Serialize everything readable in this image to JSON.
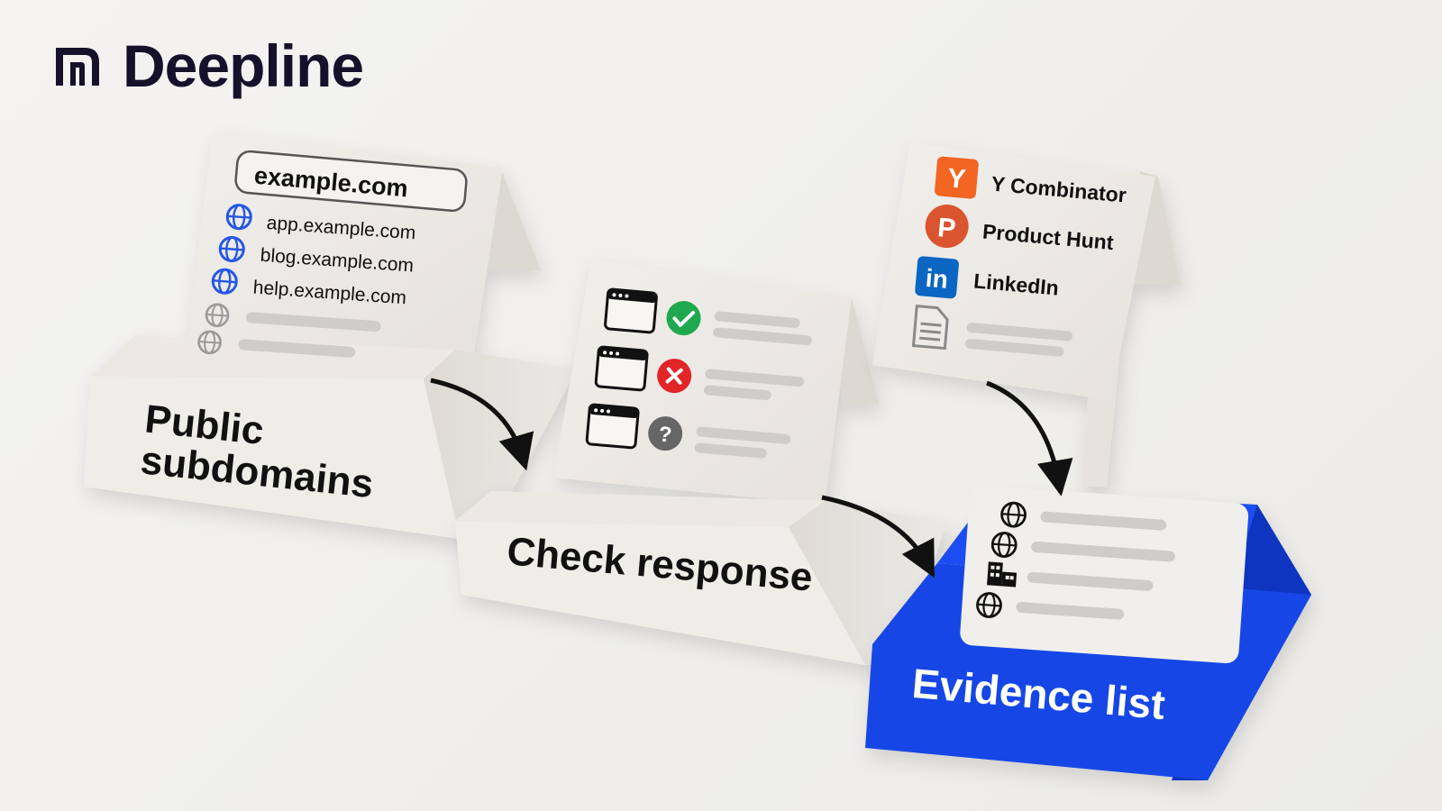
{
  "brand": {
    "name": "Deepline",
    "logo_icon": "deepline-logo-icon"
  },
  "steps": [
    {
      "label": "Public subdomains",
      "label_lines": [
        "Public",
        "subdomains"
      ],
      "card": {
        "domain": "example.com",
        "subdomains": [
          "app.example.com",
          "blog.example.com",
          "help.example.com"
        ],
        "placeholder_rows": 2,
        "icon": "globe-icon"
      }
    },
    {
      "label": "Check response",
      "card": {
        "rows": [
          {
            "icon": "browser-window-icon",
            "status": "ok",
            "status_icon": "check-circle-icon",
            "status_color": "#1fa84f"
          },
          {
            "icon": "browser-window-icon",
            "status": "error",
            "status_icon": "x-circle-icon",
            "status_color": "#e22526"
          },
          {
            "icon": "browser-window-icon",
            "status": "unknown",
            "status_icon": "question-circle-icon",
            "status_color": "#666666"
          }
        ]
      }
    },
    {
      "label": "Evidence list",
      "color": "#1746e6",
      "card": {
        "row_icons": [
          "globe-icon",
          "globe-icon",
          "building-icon",
          "globe-icon"
        ]
      }
    }
  ],
  "sources": {
    "items": [
      {
        "label": "Y Combinator",
        "icon": "ycombinator-icon",
        "icon_text": "Y",
        "color": "#f26522"
      },
      {
        "label": "Product Hunt",
        "icon": "producthunt-icon",
        "icon_text": "P",
        "color": "#da552f"
      },
      {
        "label": "LinkedIn",
        "icon": "linkedin-icon",
        "icon_text": "in",
        "color": "#0a66c2"
      }
    ],
    "extra_icon": "document-icon"
  }
}
